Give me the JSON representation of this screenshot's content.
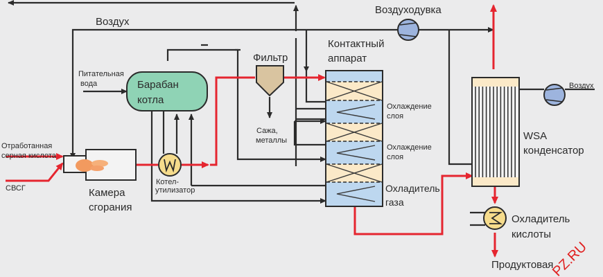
{
  "diagram": {
    "title": "WSA process flow",
    "colors": {
      "background": "#ebebec",
      "line": "#2b2b2b",
      "hot_gas": "#e5252f",
      "drum": "#8fd3b5",
      "cooling_section": "#bdd7ef",
      "catalyst_bed": "#fbe9c8",
      "filter": "#d9c4a0",
      "heat_exchanger": "#f6dc8c",
      "blower": "#9db4de"
    },
    "labels": {
      "air_top": "Воздух",
      "blower": "Воздуходувка",
      "feed_water_1": "Питательная",
      "feed_water_2": "вода",
      "drum_1": "Барабан",
      "drum_2": "котла",
      "filter": "Фильтр",
      "soot_1": "Сажа,",
      "soot_2": "металлы",
      "converter_1": "Контактный",
      "converter_2": "аппарат",
      "bed_cooling_a1": "Охлаждение",
      "bed_cooling_a2": "слоя",
      "bed_cooling_b1": "Охлаждение",
      "bed_cooling_b2": "слоя",
      "gas_cooler_1": "Охладитель",
      "gas_cooler_2": "газа",
      "spent_acid_1": "Отработанная",
      "spent_acid_2": "серная кислота",
      "svsg": "СВСГ",
      "combustion_1": "Камера",
      "combustion_2": "сгорания",
      "waste_heat_1": "Котел-",
      "waste_heat_2": "утилизатор",
      "air_right": "Воздух",
      "wsa_1": "WSA",
      "wsa_2": "конденсатор",
      "acid_cooler_1": "Охладитель",
      "acid_cooler_2": "кислоты",
      "product": "Продуктовая",
      "watermark": "PZ.RU"
    }
  }
}
